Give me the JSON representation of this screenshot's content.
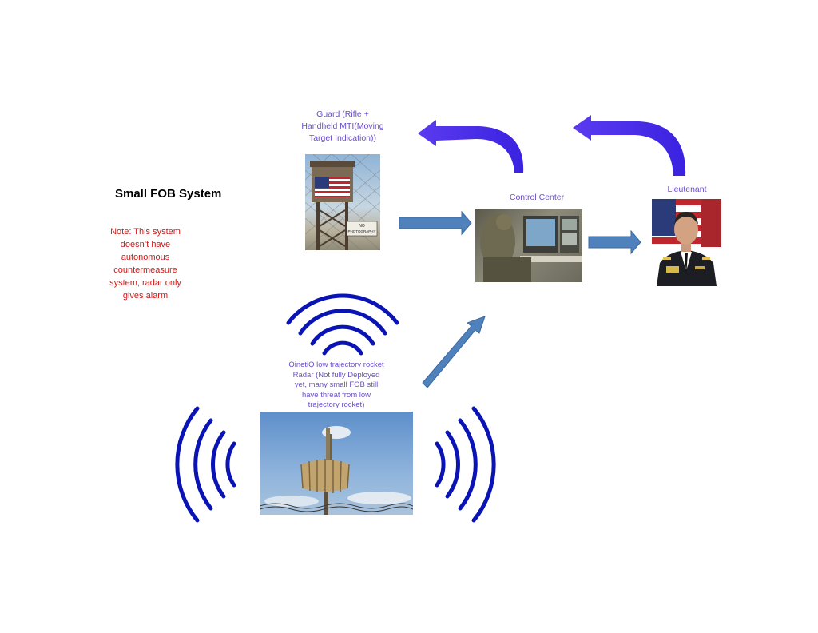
{
  "title": "Small FOB System",
  "note": [
    "Note: This system",
    "doesn’t have",
    "autonomous",
    "countermeasure",
    "system, radar only",
    "gives alarm"
  ],
  "guard": {
    "label": [
      "Guard (Rifle +",
      "Handheld MTI(Moving",
      "Target Indication))"
    ],
    "sign": [
      "NO",
      "PHOTOGRAPHY"
    ]
  },
  "control_center": {
    "label": "Control Center"
  },
  "lieutenant": {
    "label": "Lieutenant"
  },
  "radar": {
    "label": [
      "QinetiQ low trajectory rocket",
      "Radar (Not fully Deployed",
      "yet, many small FOB still",
      "have threat from low",
      "trajectory rocket)"
    ]
  },
  "colors": {
    "title": "#000000",
    "note": "#d01818",
    "label": "#6a4fc8",
    "block_arrow": "#4f81bd",
    "curved_arrow": "#5b3bf0",
    "waves": "#0a14b4"
  }
}
